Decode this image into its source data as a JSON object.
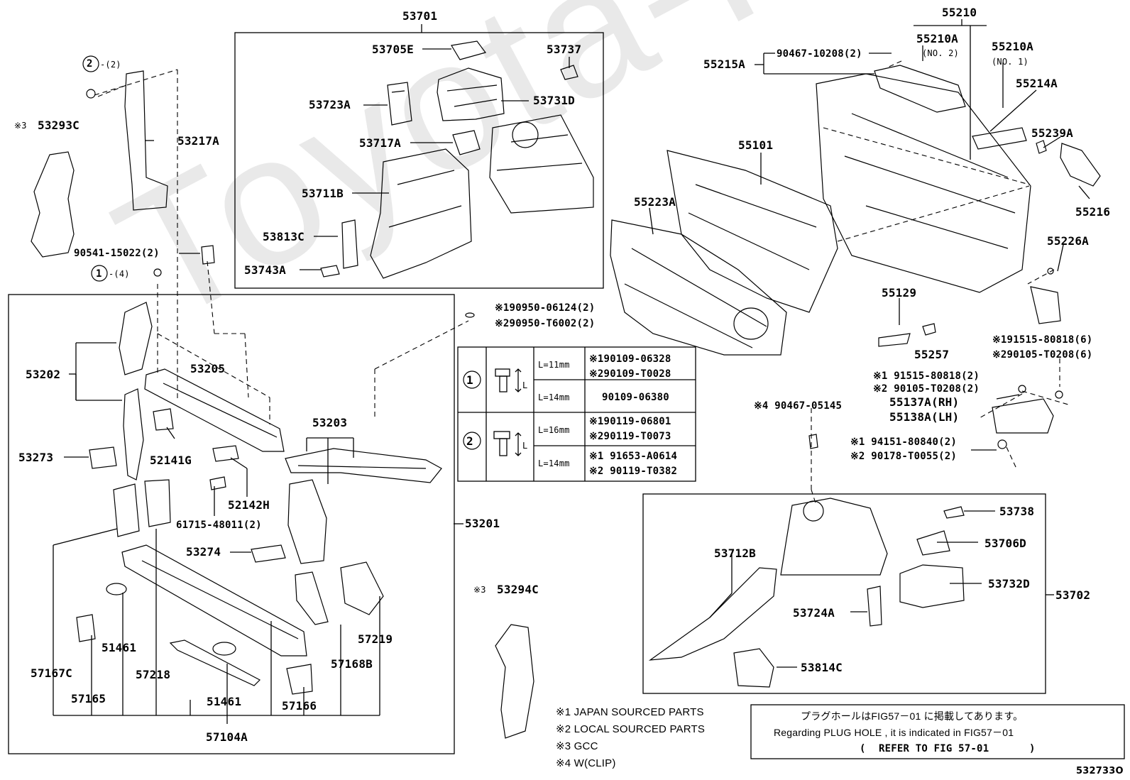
{
  "watermark": "Toyota-Parts",
  "figure_id": "532733O",
  "groups": {
    "g53701": "53701",
    "g55210": "55210",
    "g53201": "53201",
    "g53702": "53702",
    "g57104A": "57104A",
    "g53203": "53203"
  },
  "labels": {
    "p53705E": "53705E",
    "p53737": "53737",
    "p53723A": "53723A",
    "p53731D": "53731D",
    "p53717A": "53717A",
    "p53711B": "53711B",
    "p53813C": "53813C",
    "p53743A": "53743A",
    "p55210A_no2": "55210A",
    "no2": "(NO. 2)",
    "p55210A_no1": "55210A",
    "no1": "(NO. 1)",
    "p55215A": "55215A",
    "b90467_10208": "90467-10208(2)",
    "p55214A": "55214A",
    "p55239A": "55239A",
    "p55216": "55216",
    "p55226A": "55226A",
    "p55101": "55101",
    "p55223A": "55223A",
    "p55129": "55129",
    "p55257": "55257",
    "circle2": "2",
    "c2qty": "-(2)",
    "circle1": "1",
    "c1qty": "-(4)",
    "p53293C": "53293C",
    "x3a": "※3",
    "p53217A": "53217A",
    "b90541_15022": "90541-15022(2)",
    "p53202": "53202",
    "p53205": "53205",
    "p53273": "53273",
    "p52141G": "52141G",
    "p52142H": "52142H",
    "b61715_48011": "61715-48011(2)",
    "p53274": "53274",
    "p57167C": "57167C",
    "p51461a": "51461",
    "p57218": "57218",
    "p57165": "57165",
    "p51461b": "51461",
    "p57166": "57166",
    "p57168B": "57168B",
    "p57219": "57219",
    "x1b90950": "※190950-06124(2)",
    "x2b90950": "※290950-T6002(2)",
    "x3b": "※3",
    "p53294C": "53294C",
    "x1b91515_6": "※191515-80818(6)",
    "x2b90105_6": "※290105-T0208(6)",
    "x1b91515_2": "※1 91515-80818(2)",
    "x2b90105_2": "※2 90105-T0208(2)",
    "p55137A": "55137A(RH)",
    "p55138A": "55138A(LH)",
    "x4b90467": "※4 90467-05145",
    "x1b94151": "※1 94151-80840(2)",
    "x2b90178": "※2 90178-T0055(2)",
    "p53738": "53738",
    "p53706D": "53706D",
    "p53712B": "53712B",
    "p53732D": "53732D",
    "p53724A": "53724A",
    "p53814C": "53814C"
  },
  "bolt_table": {
    "rows": [
      {
        "circle": "1",
        "length": "L=11mm",
        "parts": [
          "※190109-06328",
          "※290109-T0028"
        ]
      },
      {
        "circle": "",
        "length": "L=14mm",
        "parts": [
          "90109-06380"
        ]
      },
      {
        "circle": "2",
        "length": "L=16mm",
        "parts": [
          "※190119-06801",
          "※290119-T0073"
        ]
      },
      {
        "circle": "",
        "length": "L=14mm",
        "parts": [
          "※1 91653-A0614",
          "※2 90119-T0382"
        ]
      }
    ],
    "dim_label": "L"
  },
  "legend": [
    "※1 JAPAN SOURCED PARTS",
    "※2 LOCAL SOURCED PARTS",
    "※3 GCC",
    "※4 W(CLIP)"
  ],
  "notice": {
    "line1": "プラグホールはFIG57－01 に掲載してあります。",
    "line2": "Regarding PLUG HOLE , it is indicated in FIG57－01",
    "line3_open": "(",
    "line3": "REFER TO FIG 57-01",
    "line3_close": ")"
  }
}
